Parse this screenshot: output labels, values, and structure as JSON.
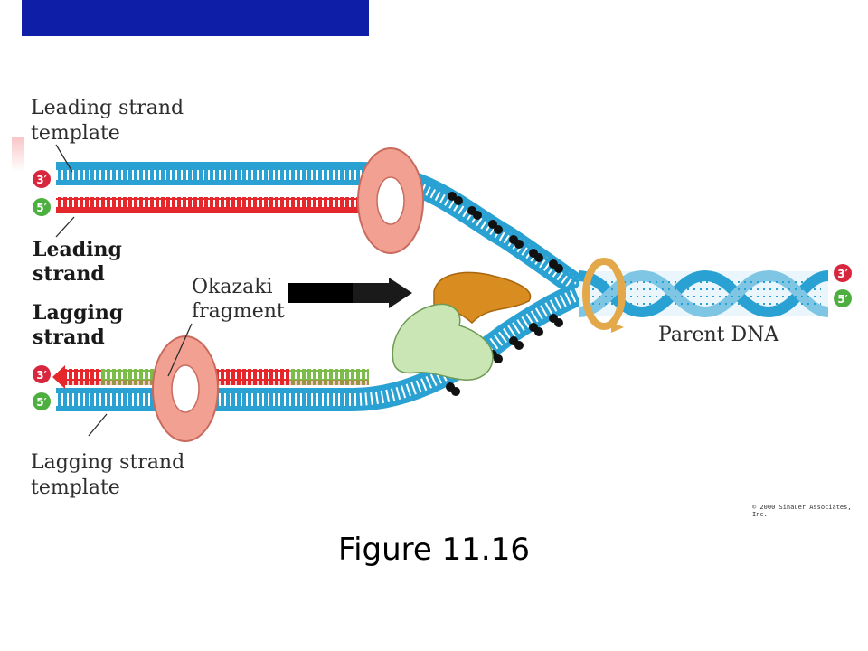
{
  "labels": {
    "leading_template": [
      "Leading strand",
      "template"
    ],
    "leading_strand": [
      "Leading",
      "strand"
    ],
    "okazaki": [
      "Okazaki",
      "fragment"
    ],
    "lagging_strand": [
      "Lagging",
      "strand"
    ],
    "lagging_template": [
      "Lagging strand",
      "template"
    ],
    "parent_dna": "Parent DNA"
  },
  "end_marks": {
    "three_prime": "3′",
    "five_prime": "5′"
  },
  "copyright": "© 2000 Sinauer Associates, Inc.",
  "caption": "Figure 11.16",
  "colors": {
    "header": "#0f1ea6",
    "template_blue": "#2aa1d3",
    "leading_red": "#e5262b",
    "okazaki_green": "#7cbd4a",
    "clamp_pink": "#f2a091",
    "primase_orange": "#d98c1f",
    "polymerase_green": "#c9e6b4",
    "mark_3": "#d7263d",
    "mark_5": "#4caf3f"
  }
}
